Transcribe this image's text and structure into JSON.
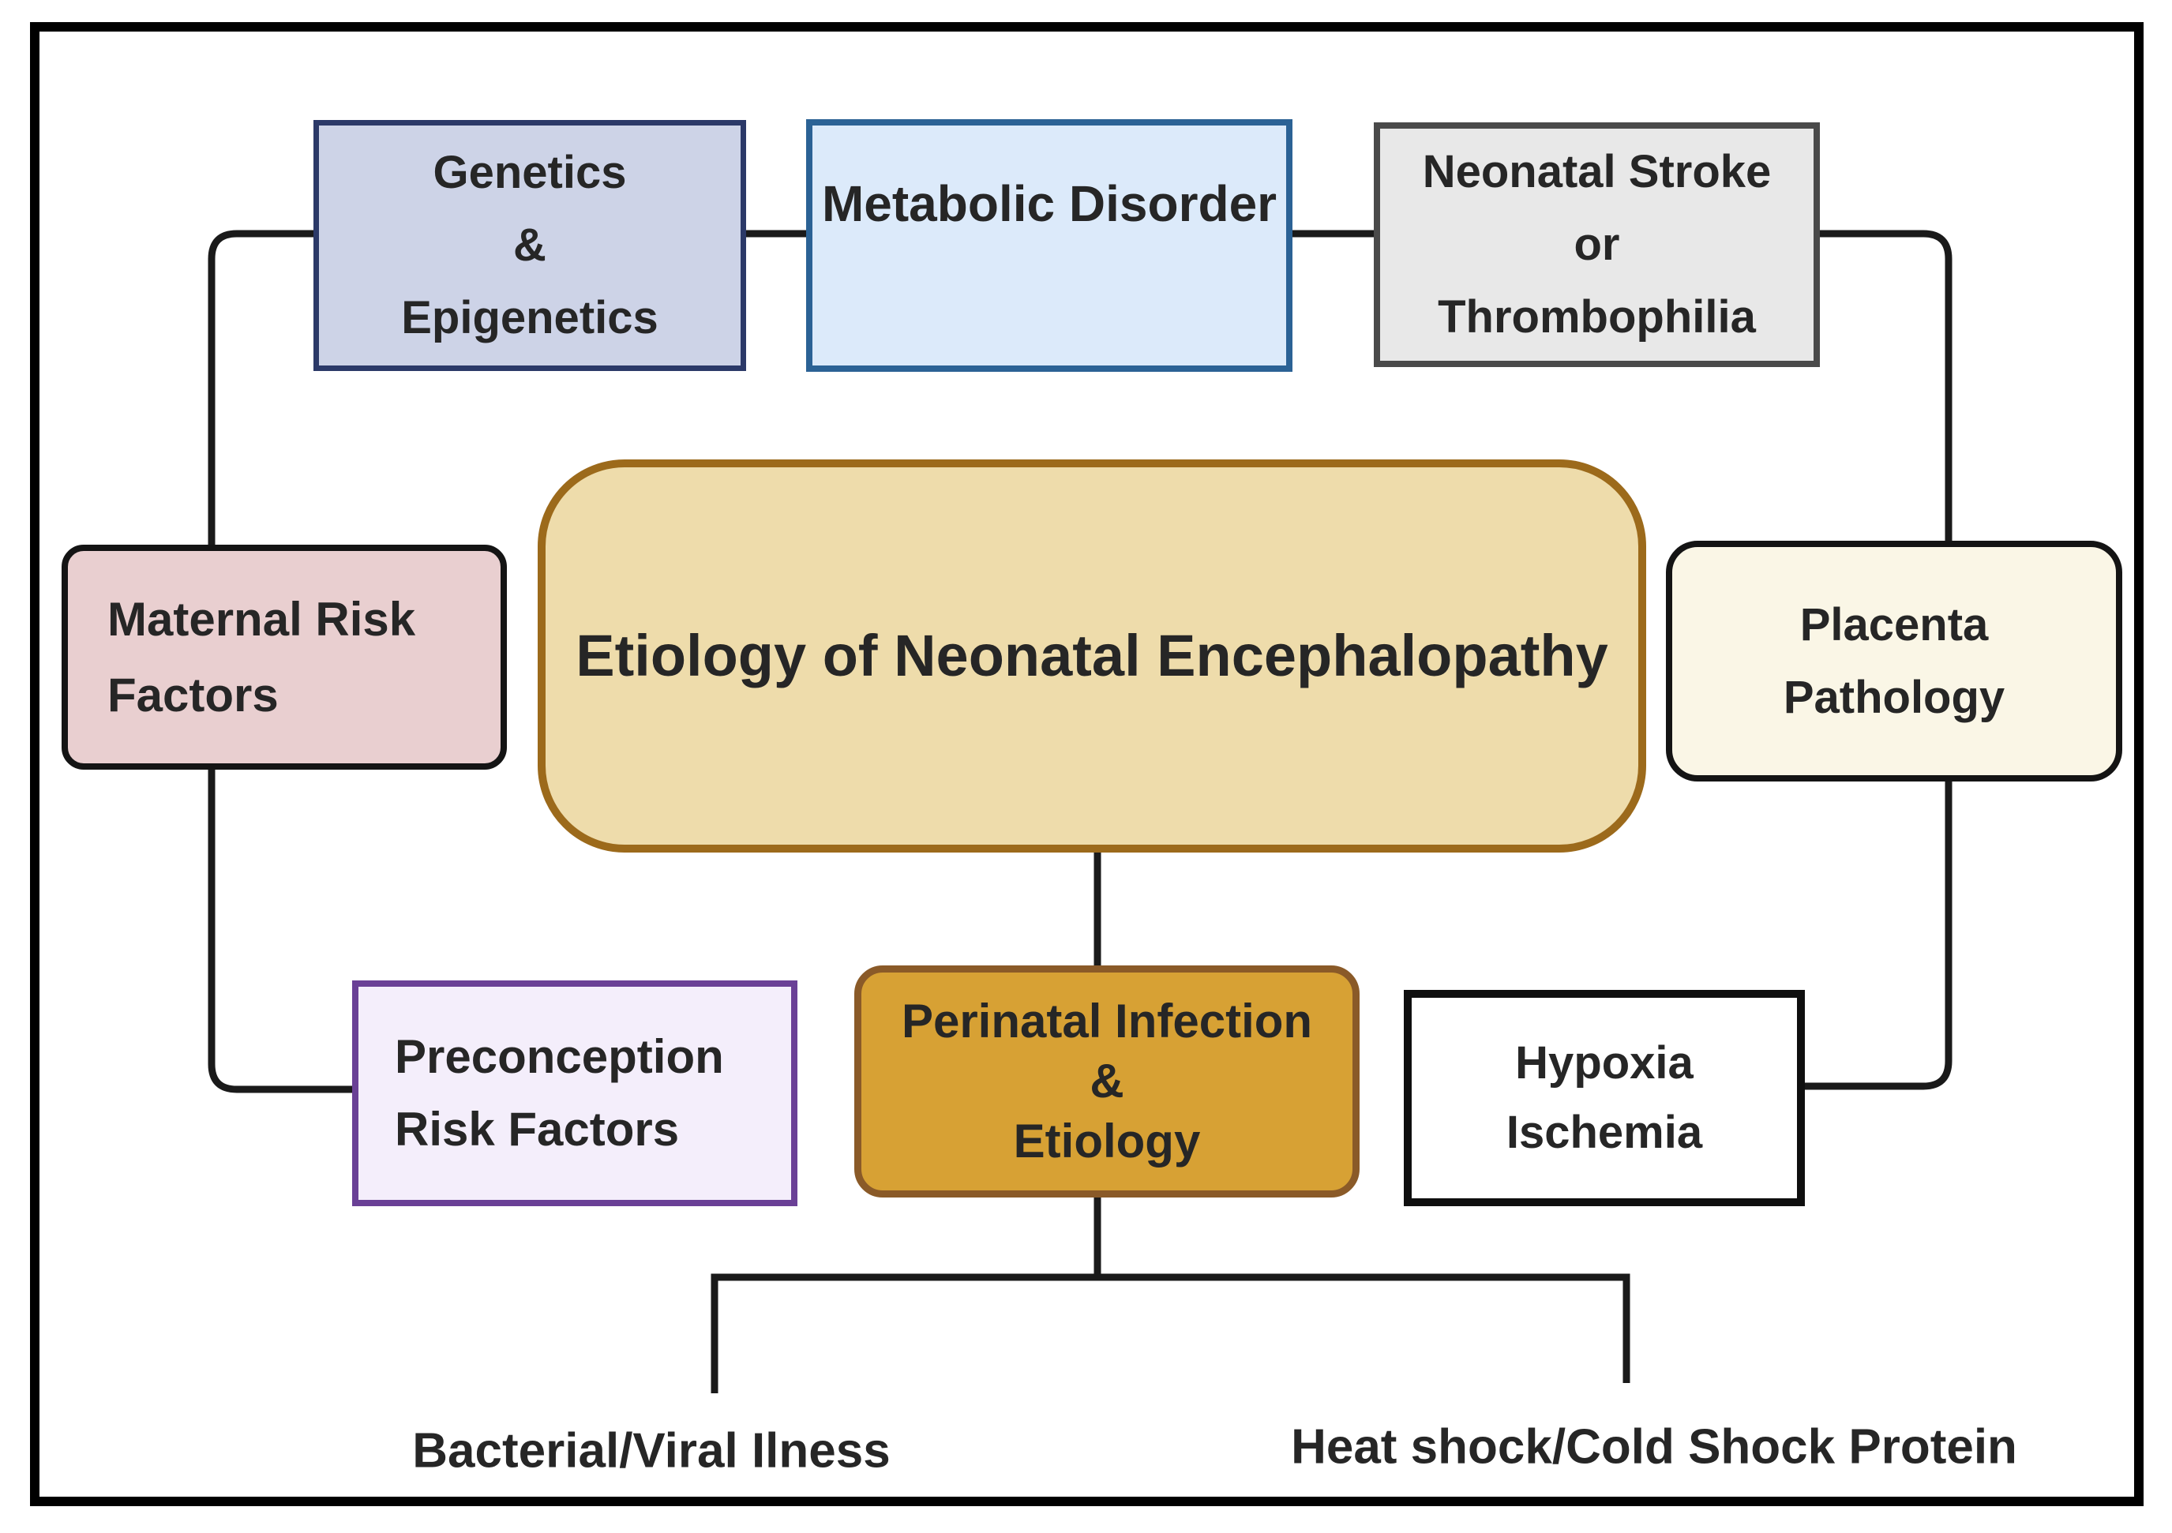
{
  "figure": {
    "type": "flow-diagram",
    "background": "#ffffff",
    "frame_color": "#000000",
    "line_color": "#1a1a1a",
    "text_color": "#262626"
  },
  "nodes": {
    "genetics": {
      "label": "Genetics\n&\nEpigenetics",
      "fill": "#cdd3e7",
      "border": "#2b3968"
    },
    "metabolic": {
      "label": "Metabolic Disorder",
      "fill": "#dceafa",
      "border": "#2b6295"
    },
    "neonatal_stroke": {
      "label": "Neonatal Stroke\nor\nThrombophilia",
      "fill": "#e8e8e8",
      "border": "#4a4a4a"
    },
    "etiology": {
      "label": "Etiology of Neonatal Encephalopathy",
      "fill": "#eedcab",
      "border": "#9c6a1b"
    },
    "maternal": {
      "label": "Maternal Risk\nFactors",
      "fill": "#e9cfd0",
      "border": "#141414"
    },
    "placenta": {
      "label": "Placenta\nPathology",
      "fill": "#faf6e6",
      "border": "#141414"
    },
    "preconception": {
      "label": "Preconception\nRisk Factors",
      "fill": "#f4eefb",
      "border": "#6a4096"
    },
    "perinatal": {
      "label": "Perinatal Infection\n&\nEtiology",
      "fill": "#d7a134",
      "border": "#8a5a28"
    },
    "hypoxia": {
      "label": "Hypoxia\nIschemia",
      "fill": "#ffffff",
      "border": "#0f0f0f"
    }
  },
  "leaf_labels": {
    "bacterial": "Bacterial/Viral Ilness",
    "heat_shock": "Heat shock/Cold Shock Protein"
  }
}
